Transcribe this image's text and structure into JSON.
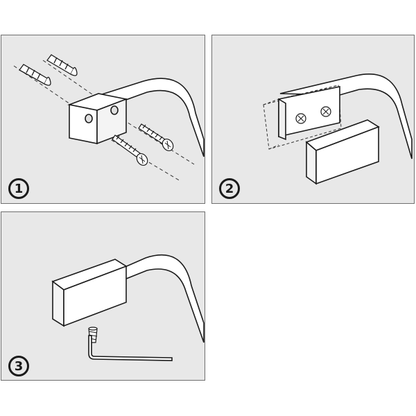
{
  "steps": [
    {
      "number": "1"
    },
    {
      "number": "2"
    },
    {
      "number": "3"
    }
  ],
  "colors": {
    "panel_bg": "#e8e8e8",
    "line": "#1a1a1a",
    "block_face": "#ffffff",
    "border": "#6e6e6e"
  }
}
